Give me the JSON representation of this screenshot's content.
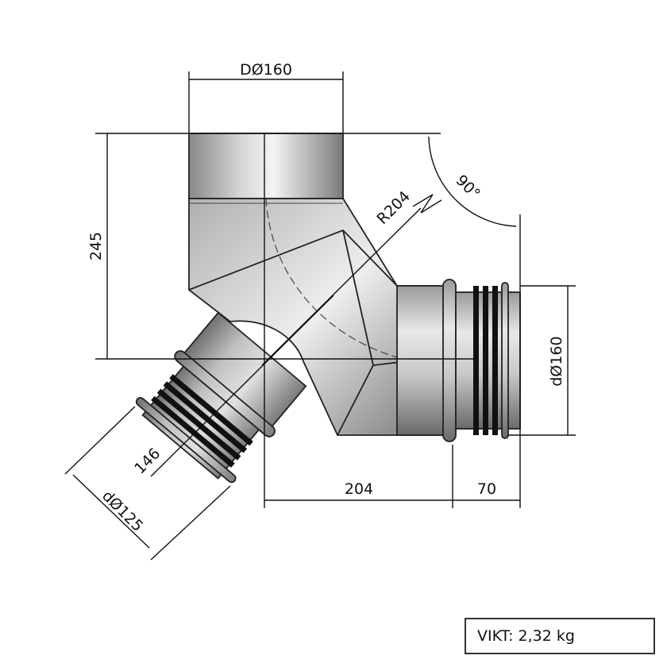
{
  "dimensions": {
    "top_diameter": "DØ160",
    "height": "245",
    "right_diameter": "dØ160",
    "horizontal_offset": "204",
    "spigot_length": "70",
    "angle": "90°",
    "radius": "R204",
    "branch_length": "146",
    "branch_diameter": "dØ125"
  },
  "weight": "VIKT: 2,32 kg",
  "colors": {
    "pipe_light": "#e6e6e6",
    "pipe_dark": "#6e6e6e",
    "seal": "#111111"
  }
}
